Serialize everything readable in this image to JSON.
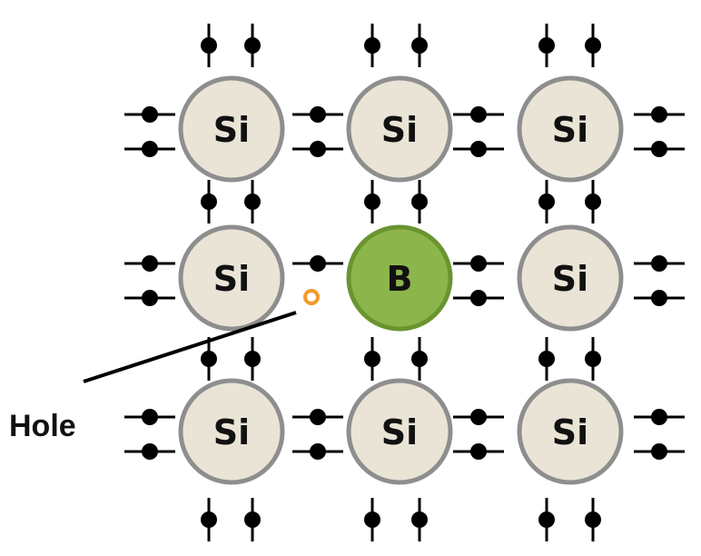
{
  "atoms": [
    [
      "Si",
      "Si",
      "Si"
    ],
    [
      "Si",
      "B",
      "Si"
    ],
    [
      "Si",
      "Si",
      "Si"
    ]
  ],
  "hole_label": "Hole",
  "colors": {
    "si_fill": "#e9e4d6",
    "si_stroke": "#8e8e8e",
    "b_fill": "#8cb64c",
    "b_stroke": "#6a9430",
    "hole": "#f39a2e",
    "electron": "#000000"
  }
}
